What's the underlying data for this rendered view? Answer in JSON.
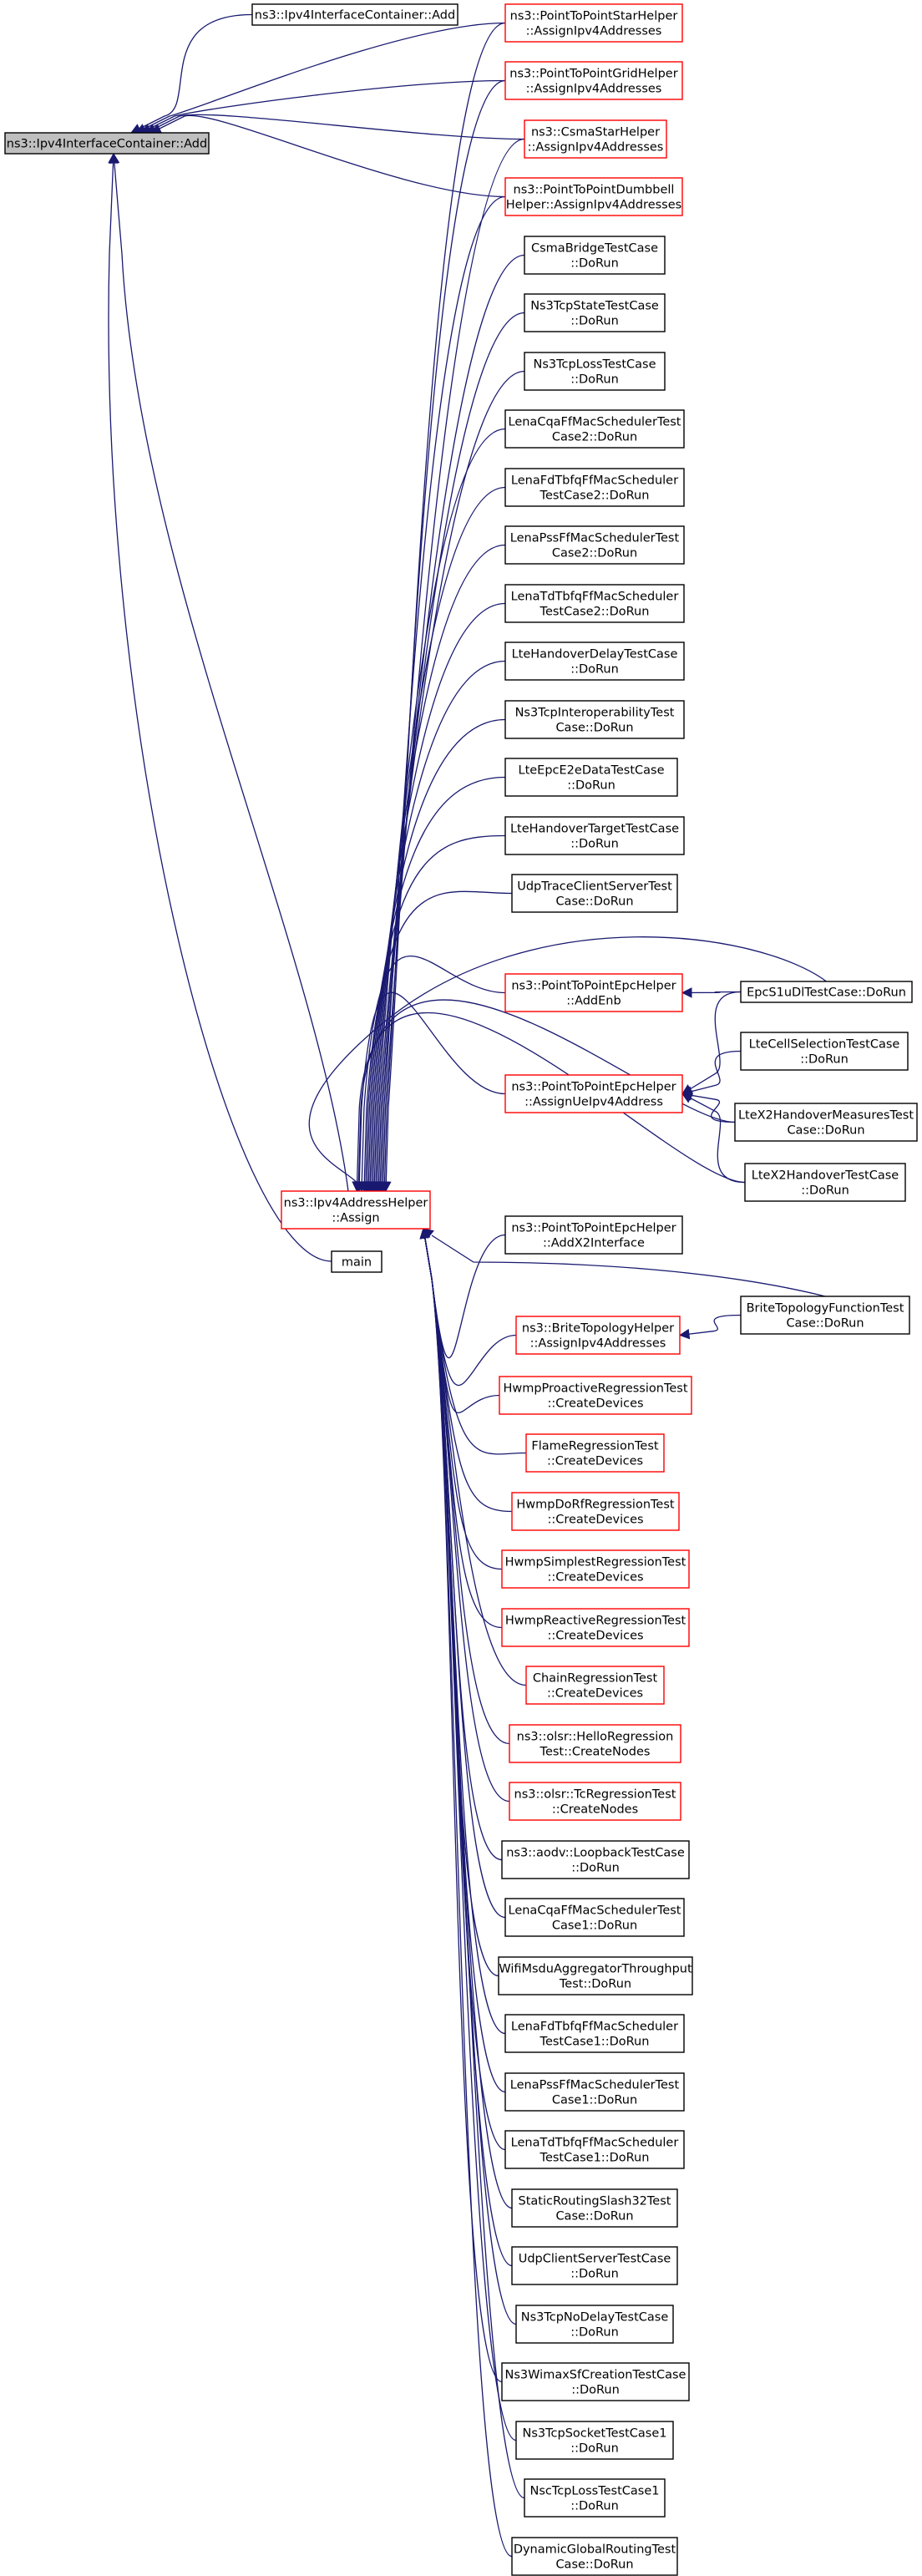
{
  "graph": {
    "kind": "doxygen-caller-graph",
    "colors": {
      "edge": "#191970",
      "root_fill": "#bfbfbf",
      "truncated_border": "#ff0000",
      "normal_border": "#000000"
    },
    "nodes": [
      {
        "id": "root",
        "lines": [
          "ns3::Ipv4InterfaceContainer::Add"
        ],
        "root": true
      },
      {
        "id": "add2",
        "lines": [
          "ns3::Ipv4InterfaceContainer::Add"
        ]
      },
      {
        "id": "p2pstar",
        "lines": [
          "ns3::PointToPointStarHelper",
          "::AssignIpv4Addresses"
        ],
        "truncated": true
      },
      {
        "id": "p2pgrid",
        "lines": [
          "ns3::PointToPointGridHelper",
          "::AssignIpv4Addresses"
        ],
        "truncated": true
      },
      {
        "id": "csmastar",
        "lines": [
          "ns3::CsmaStarHelper",
          "::AssignIpv4Addresses"
        ],
        "truncated": true
      },
      {
        "id": "dumbbell",
        "lines": [
          "ns3::PointToPointDumbbell",
          "Helper::AssignIpv4Addresses"
        ],
        "truncated": true
      },
      {
        "id": "assign",
        "lines": [
          "ns3::Ipv4AddressHelper",
          "::Assign"
        ],
        "truncated": true
      },
      {
        "id": "main",
        "lines": [
          "main"
        ]
      },
      {
        "id": "c01",
        "lines": [
          "CsmaBridgeTestCase",
          "::DoRun"
        ]
      },
      {
        "id": "c02",
        "lines": [
          "Ns3TcpStateTestCase",
          "::DoRun"
        ]
      },
      {
        "id": "c03",
        "lines": [
          "Ns3TcpLossTestCase",
          "::DoRun"
        ]
      },
      {
        "id": "c04",
        "lines": [
          "LenaCqaFfMacSchedulerTest",
          "Case2::DoRun"
        ]
      },
      {
        "id": "c05",
        "lines": [
          "LenaFdTbfqFfMacScheduler",
          "TestCase2::DoRun"
        ]
      },
      {
        "id": "c06",
        "lines": [
          "LenaPssFfMacSchedulerTest",
          "Case2::DoRun"
        ]
      },
      {
        "id": "c07",
        "lines": [
          "LenaTdTbfqFfMacScheduler",
          "TestCase2::DoRun"
        ]
      },
      {
        "id": "c08",
        "lines": [
          "LteHandoverDelayTestCase",
          "::DoRun"
        ]
      },
      {
        "id": "c09",
        "lines": [
          "Ns3TcpInteroperabilityTest",
          "Case::DoRun"
        ]
      },
      {
        "id": "c10",
        "lines": [
          "LteEpcE2eDataTestCase",
          "::DoRun"
        ]
      },
      {
        "id": "c11",
        "lines": [
          "LteHandoverTargetTestCase",
          "::DoRun"
        ]
      },
      {
        "id": "c12",
        "lines": [
          "UdpTraceClientServerTest",
          "Case::DoRun"
        ]
      },
      {
        "id": "addenb",
        "lines": [
          "ns3::PointToPointEpcHelper",
          "::AddEnb"
        ],
        "truncated": true
      },
      {
        "id": "assignue",
        "lines": [
          "ns3::PointToPointEpcHelper",
          "::AssignUeIpv4Address"
        ],
        "truncated": true
      },
      {
        "id": "addx2",
        "lines": [
          "ns3::PointToPointEpcHelper",
          "::AddX2Interface"
        ]
      },
      {
        "id": "epcs1u",
        "lines": [
          "EpcS1uDlTestCase::DoRun"
        ]
      },
      {
        "id": "ltecell",
        "lines": [
          "LteCellSelectionTestCase",
          "::DoRun"
        ]
      },
      {
        "id": "ltex2m",
        "lines": [
          "LteX2HandoverMeasuresTest",
          "Case::DoRun"
        ]
      },
      {
        "id": "ltex2",
        "lines": [
          "LteX2HandoverTestCase",
          "::DoRun"
        ]
      },
      {
        "id": "brite",
        "lines": [
          "ns3::BriteTopologyHelper",
          "::AssignIpv4Addresses"
        ],
        "truncated": true
      },
      {
        "id": "britetest",
        "lines": [
          "BriteTopologyFunctionTest",
          "Case::DoRun"
        ]
      },
      {
        "id": "b01",
        "lines": [
          "HwmpProactiveRegressionTest",
          "::CreateDevices"
        ],
        "truncated": true
      },
      {
        "id": "b02",
        "lines": [
          "FlameRegressionTest",
          "::CreateDevices"
        ],
        "truncated": true
      },
      {
        "id": "b03",
        "lines": [
          "HwmpDoRfRegressionTest",
          "::CreateDevices"
        ],
        "truncated": true
      },
      {
        "id": "b04",
        "lines": [
          "HwmpSimplestRegressionTest",
          "::CreateDevices"
        ],
        "truncated": true
      },
      {
        "id": "b05",
        "lines": [
          "HwmpReactiveRegressionTest",
          "::CreateDevices"
        ],
        "truncated": true
      },
      {
        "id": "b06",
        "lines": [
          "ChainRegressionTest",
          "::CreateDevices"
        ],
        "truncated": true
      },
      {
        "id": "b07",
        "lines": [
          "ns3::olsr::HelloRegression",
          "Test::CreateNodes"
        ],
        "truncated": true
      },
      {
        "id": "b08",
        "lines": [
          "ns3::olsr::TcRegressionTest",
          "::CreateNodes"
        ],
        "truncated": true
      },
      {
        "id": "b09",
        "lines": [
          "ns3::aodv::LoopbackTestCase",
          "::DoRun"
        ]
      },
      {
        "id": "b10",
        "lines": [
          "LenaCqaFfMacSchedulerTest",
          "Case1::DoRun"
        ]
      },
      {
        "id": "b11",
        "lines": [
          "WifiMsduAggregatorThroughput",
          "Test::DoRun"
        ]
      },
      {
        "id": "b12",
        "lines": [
          "LenaFdTbfqFfMacScheduler",
          "TestCase1::DoRun"
        ]
      },
      {
        "id": "b13",
        "lines": [
          "LenaPssFfMacSchedulerTest",
          "Case1::DoRun"
        ]
      },
      {
        "id": "b14",
        "lines": [
          "LenaTdTbfqFfMacScheduler",
          "TestCase1::DoRun"
        ]
      },
      {
        "id": "b15",
        "lines": [
          "StaticRoutingSlash32Test",
          "Case::DoRun"
        ]
      },
      {
        "id": "b16",
        "lines": [
          "UdpClientServerTestCase",
          "::DoRun"
        ]
      },
      {
        "id": "b17",
        "lines": [
          "Ns3TcpNoDelayTestCase",
          "::DoRun"
        ]
      },
      {
        "id": "b18",
        "lines": [
          "Ns3WimaxSfCreationTestCase",
          "::DoRun"
        ]
      },
      {
        "id": "b19",
        "lines": [
          "Ns3TcpSocketTestCase1",
          "::DoRun"
        ]
      },
      {
        "id": "b20",
        "lines": [
          "NscTcpLossTestCase1",
          "::DoRun"
        ]
      },
      {
        "id": "b21",
        "lines": [
          "DynamicGlobalRoutingTest",
          "Case::DoRun"
        ]
      }
    ],
    "edges": [
      [
        "add2",
        "root"
      ],
      [
        "p2pstar",
        "root"
      ],
      [
        "p2pgrid",
        "root"
      ],
      [
        "csmastar",
        "root"
      ],
      [
        "dumbbell",
        "root"
      ],
      [
        "assign",
        "root"
      ],
      [
        "main",
        "root"
      ],
      [
        "p2pstar",
        "assign"
      ],
      [
        "p2pgrid",
        "assign"
      ],
      [
        "csmastar",
        "assign"
      ],
      [
        "dumbbell",
        "assign"
      ],
      [
        "c01",
        "assign"
      ],
      [
        "c02",
        "assign"
      ],
      [
        "c03",
        "assign"
      ],
      [
        "c04",
        "assign"
      ],
      [
        "c05",
        "assign"
      ],
      [
        "c06",
        "assign"
      ],
      [
        "c07",
        "assign"
      ],
      [
        "c08",
        "assign"
      ],
      [
        "c09",
        "assign"
      ],
      [
        "c10",
        "assign"
      ],
      [
        "c11",
        "assign"
      ],
      [
        "c12",
        "assign"
      ],
      [
        "addenb",
        "assign"
      ],
      [
        "assignue",
        "assign"
      ],
      [
        "epcs1u",
        "assign"
      ],
      [
        "ltex2m",
        "assign"
      ],
      [
        "ltex2",
        "assign"
      ],
      [
        "epcs1u",
        "addenb"
      ],
      [
        "epcs1u",
        "assignue"
      ],
      [
        "ltecell",
        "assignue"
      ],
      [
        "ltex2m",
        "assignue"
      ],
      [
        "ltex2",
        "assignue"
      ],
      [
        "addx2",
        "assign"
      ],
      [
        "brite",
        "assign"
      ],
      [
        "britetest",
        "assign"
      ],
      [
        "britetest",
        "brite"
      ],
      [
        "b01",
        "assign"
      ],
      [
        "b02",
        "assign"
      ],
      [
        "b03",
        "assign"
      ],
      [
        "b04",
        "assign"
      ],
      [
        "b05",
        "assign"
      ],
      [
        "b06",
        "assign"
      ],
      [
        "b07",
        "assign"
      ],
      [
        "b08",
        "assign"
      ],
      [
        "b09",
        "assign"
      ],
      [
        "b10",
        "assign"
      ],
      [
        "b11",
        "assign"
      ],
      [
        "b12",
        "assign"
      ],
      [
        "b13",
        "assign"
      ],
      [
        "b14",
        "assign"
      ],
      [
        "b15",
        "assign"
      ],
      [
        "b16",
        "assign"
      ],
      [
        "b17",
        "assign"
      ],
      [
        "b18",
        "assign"
      ],
      [
        "b19",
        "assign"
      ],
      [
        "b20",
        "assign"
      ],
      [
        "b21",
        "assign"
      ]
    ]
  }
}
